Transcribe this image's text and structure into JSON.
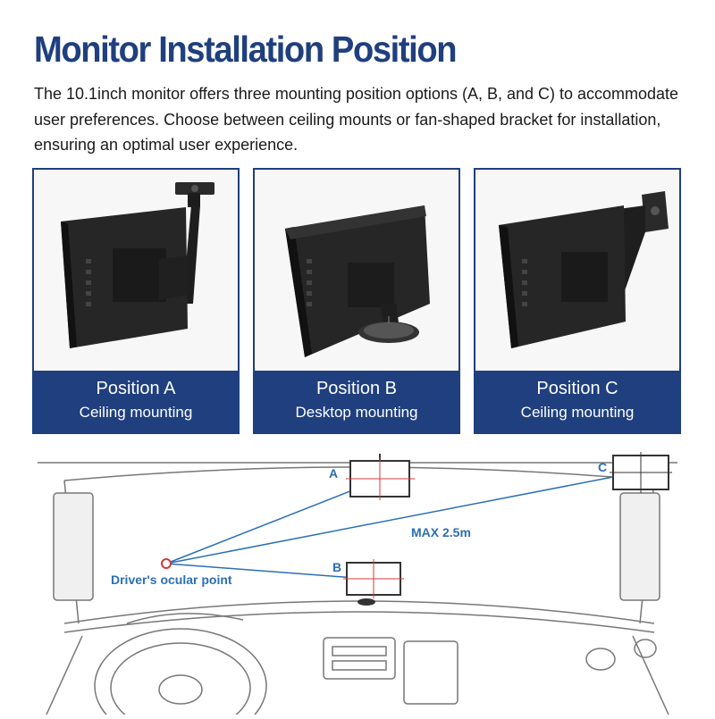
{
  "header": {
    "title": "Monitor Installation Position",
    "description": "The 10.1inch monitor offers three mounting position options (A, B, and C) to accommodate user preferences. Choose between ceiling mounts or fan-shaped bracket for installation, ensuring an optimal user experience."
  },
  "positions": [
    {
      "title": "Position A",
      "subtitle": "Ceiling mounting"
    },
    {
      "title": "Position B",
      "subtitle": "Desktop mounting"
    },
    {
      "title": "Position C",
      "subtitle": "Ceiling mounting"
    }
  ],
  "diagram": {
    "label_a": "A",
    "label_b": "B",
    "label_c": "C",
    "distance_label": "MAX 2.5m",
    "ocular_label": "Driver's ocular point"
  },
  "colors": {
    "brand_navy": "#1f3f7e",
    "diagram_blue": "#2b6fb3",
    "ocular_point_red": "#d23b3b"
  }
}
